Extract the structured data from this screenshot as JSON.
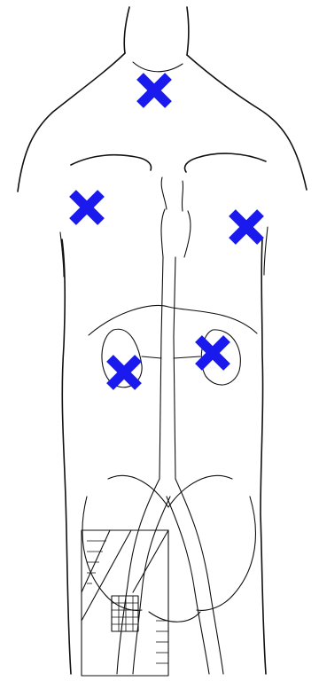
{
  "figure": {
    "background_color": "#ffffff",
    "line_color": "#111111",
    "marker_color": "#1a1aee",
    "marker_count": 5,
    "marker_shape": "x-cross",
    "marker_sites": [
      "neck",
      "right-upper-chest",
      "left-upper-chest",
      "right-abdomen",
      "left-abdomen"
    ]
  }
}
